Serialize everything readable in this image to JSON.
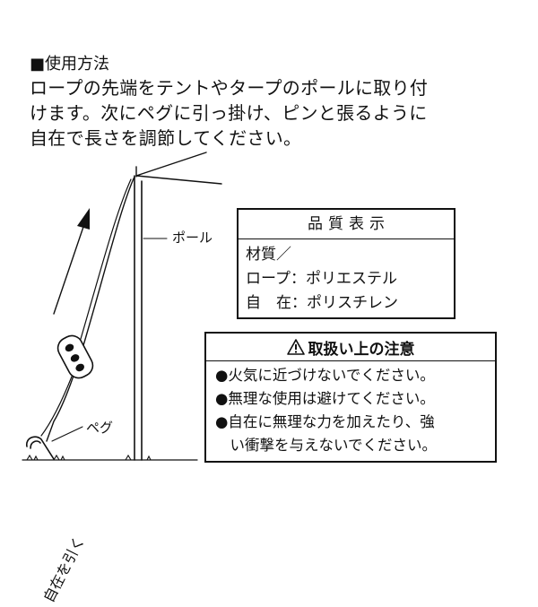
{
  "usage": {
    "heading": "■使用方法",
    "lines": [
      "ロープの先端をテントやタープのポールに取り付",
      "けます。次にペグに引っ掛け、ピンと張るように",
      "自在で長さを調節してください。"
    ]
  },
  "labels": {
    "pole": "ポール",
    "peg": "ペグ",
    "pull": "自在を引く"
  },
  "spec": {
    "title": "品質表示",
    "lines": [
      "材質／",
      "ロープ：ポリエステル",
      "自　在：ポリスチレン"
    ]
  },
  "caution": {
    "title": "取扱い上の注意",
    "icon": "warning-icon",
    "lines": [
      "●火気に近づけないでください。",
      "●無理な使用は避けてください。",
      "●自在に無理な力を加えたり、強",
      "　い衝撃を与えないでください。"
    ]
  }
}
